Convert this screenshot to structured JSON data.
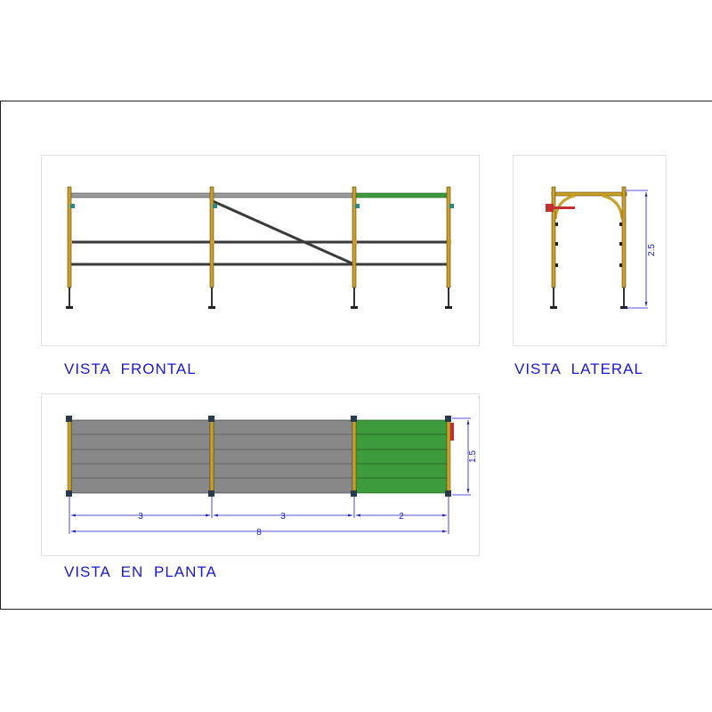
{
  "colors": {
    "annotation": "#1a1acc",
    "post": "#c8a028",
    "post_dark": "#5a4410",
    "tube": "#3a3a3a",
    "platform_grey": "#888888",
    "platform_green": "#3d9b3d",
    "clamp": "#2a8a8a",
    "bracket": "#c03030"
  },
  "views": {
    "frontal": {
      "title": "VISTA FRONTAL"
    },
    "lateral": {
      "title": "VISTA LATERAL",
      "height_dim": "2.5"
    },
    "planta": {
      "title": "VISTA EN PLANTA",
      "bay_dims": [
        "3",
        "3",
        "2"
      ],
      "total_dim": "8",
      "depth_dim": "1.5"
    }
  }
}
